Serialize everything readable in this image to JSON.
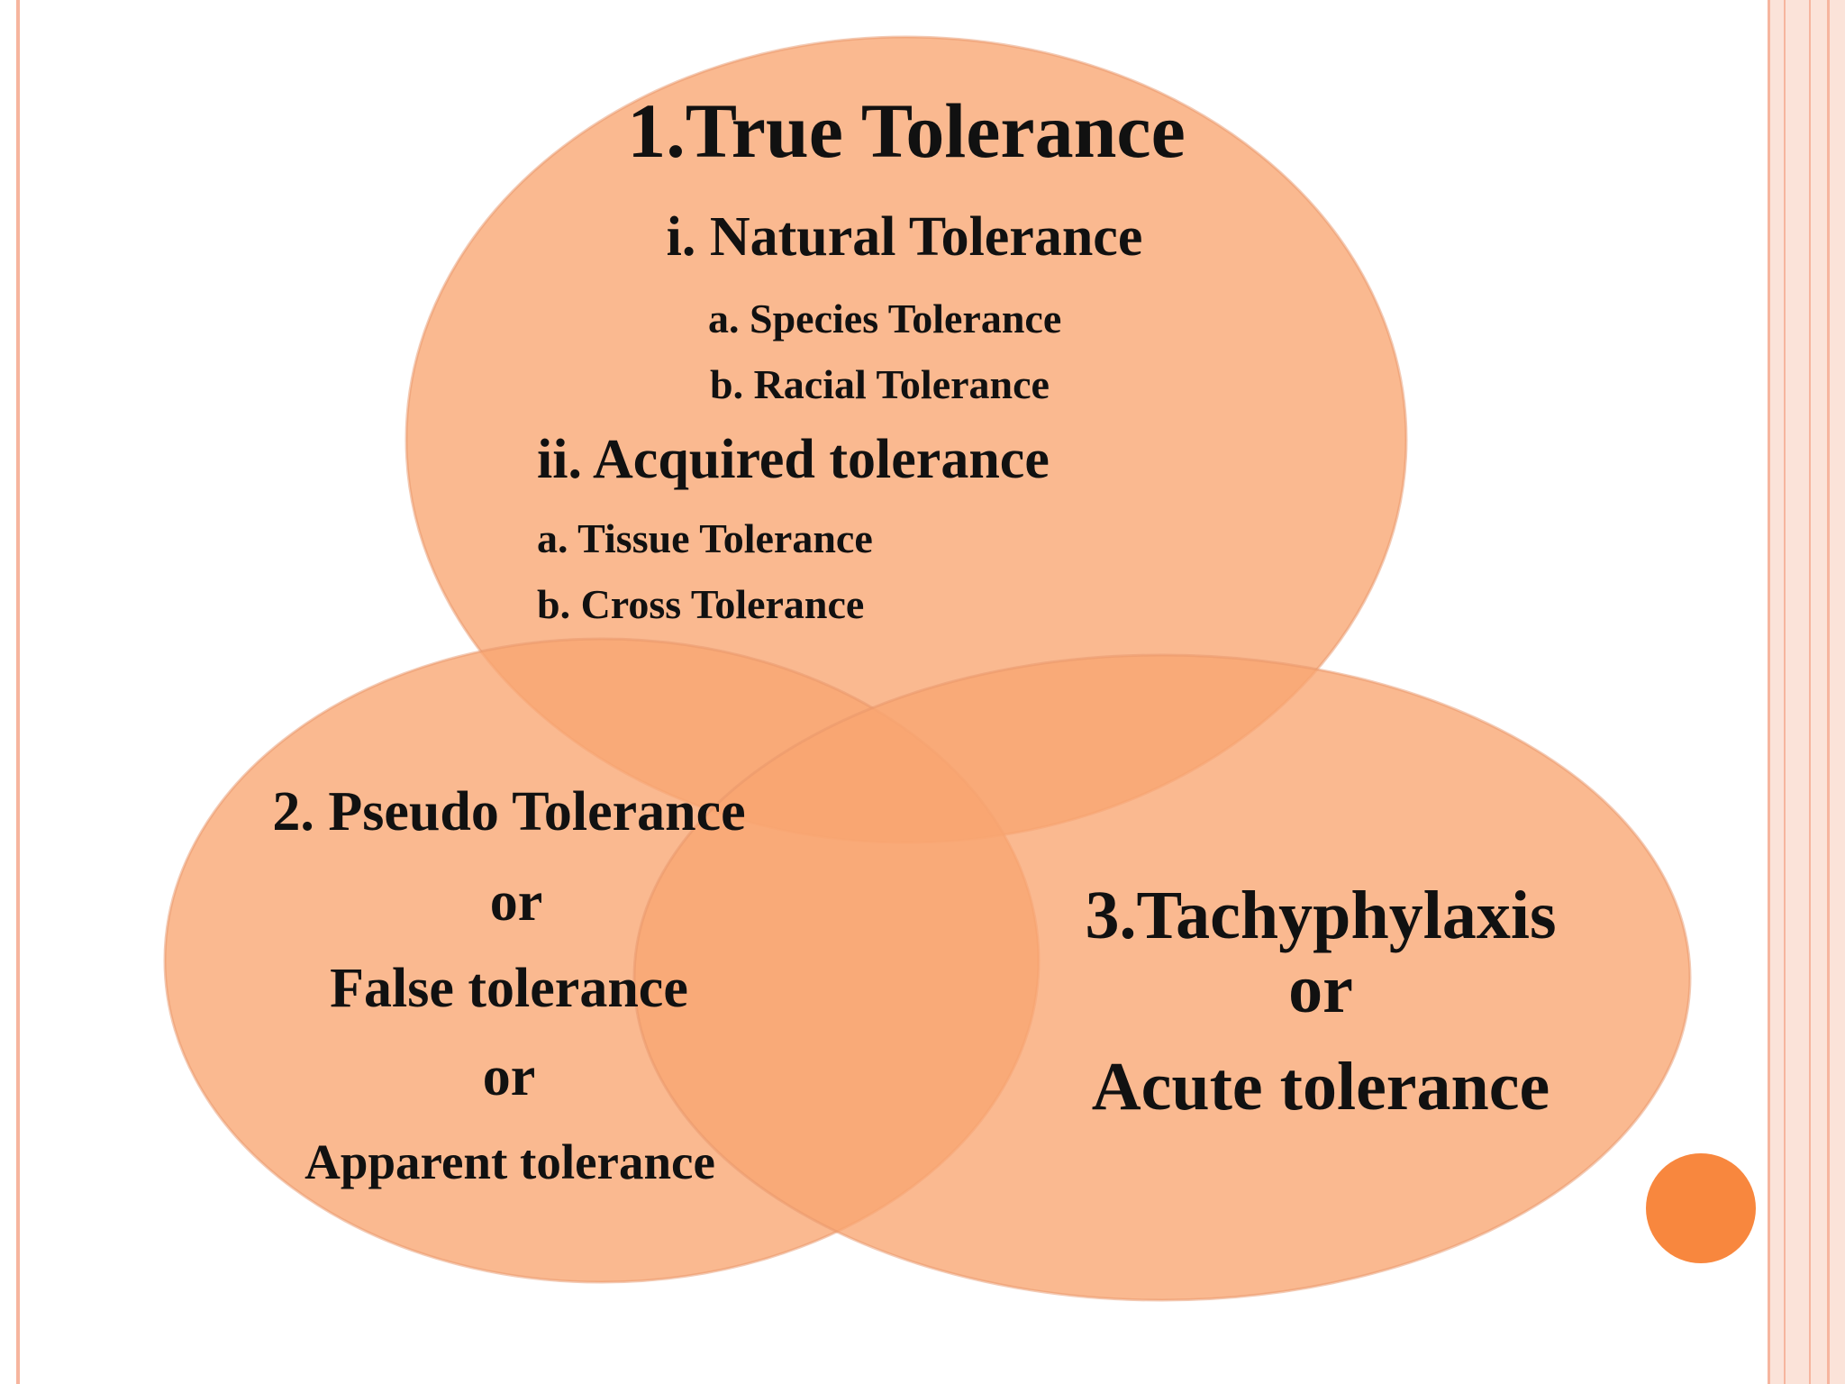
{
  "colors": {
    "ellipse_fill": "#F9A571",
    "ellipse_overlap": "#F88A45",
    "ellipse_edge": "#E8956A",
    "frame_left": "#F6B59E",
    "frame_right": "#F6B59E",
    "frame_right_fill": "#FBE3D9",
    "dot": "#F8873E",
    "text": "#111111"
  },
  "true_tolerance": {
    "title": "1.True Tolerance",
    "natural": {
      "heading": "i. Natural Tolerance",
      "items": [
        "a. Species Tolerance",
        "b. Racial  Tolerance"
      ]
    },
    "acquired": {
      "heading": "ii. Acquired tolerance",
      "items": [
        "a. Tissue  Tolerance",
        "b. Cross  Tolerance"
      ]
    }
  },
  "pseudo_tolerance": {
    "title": "2. Pseudo Tolerance",
    "or_1": "or",
    "alt_1": "False tolerance",
    "or_2": "or",
    "alt_2": "Apparent tolerance"
  },
  "tachyphylaxis": {
    "title": "3.Tachyphylaxis",
    "or": "or",
    "alt": "Acute tolerance"
  }
}
